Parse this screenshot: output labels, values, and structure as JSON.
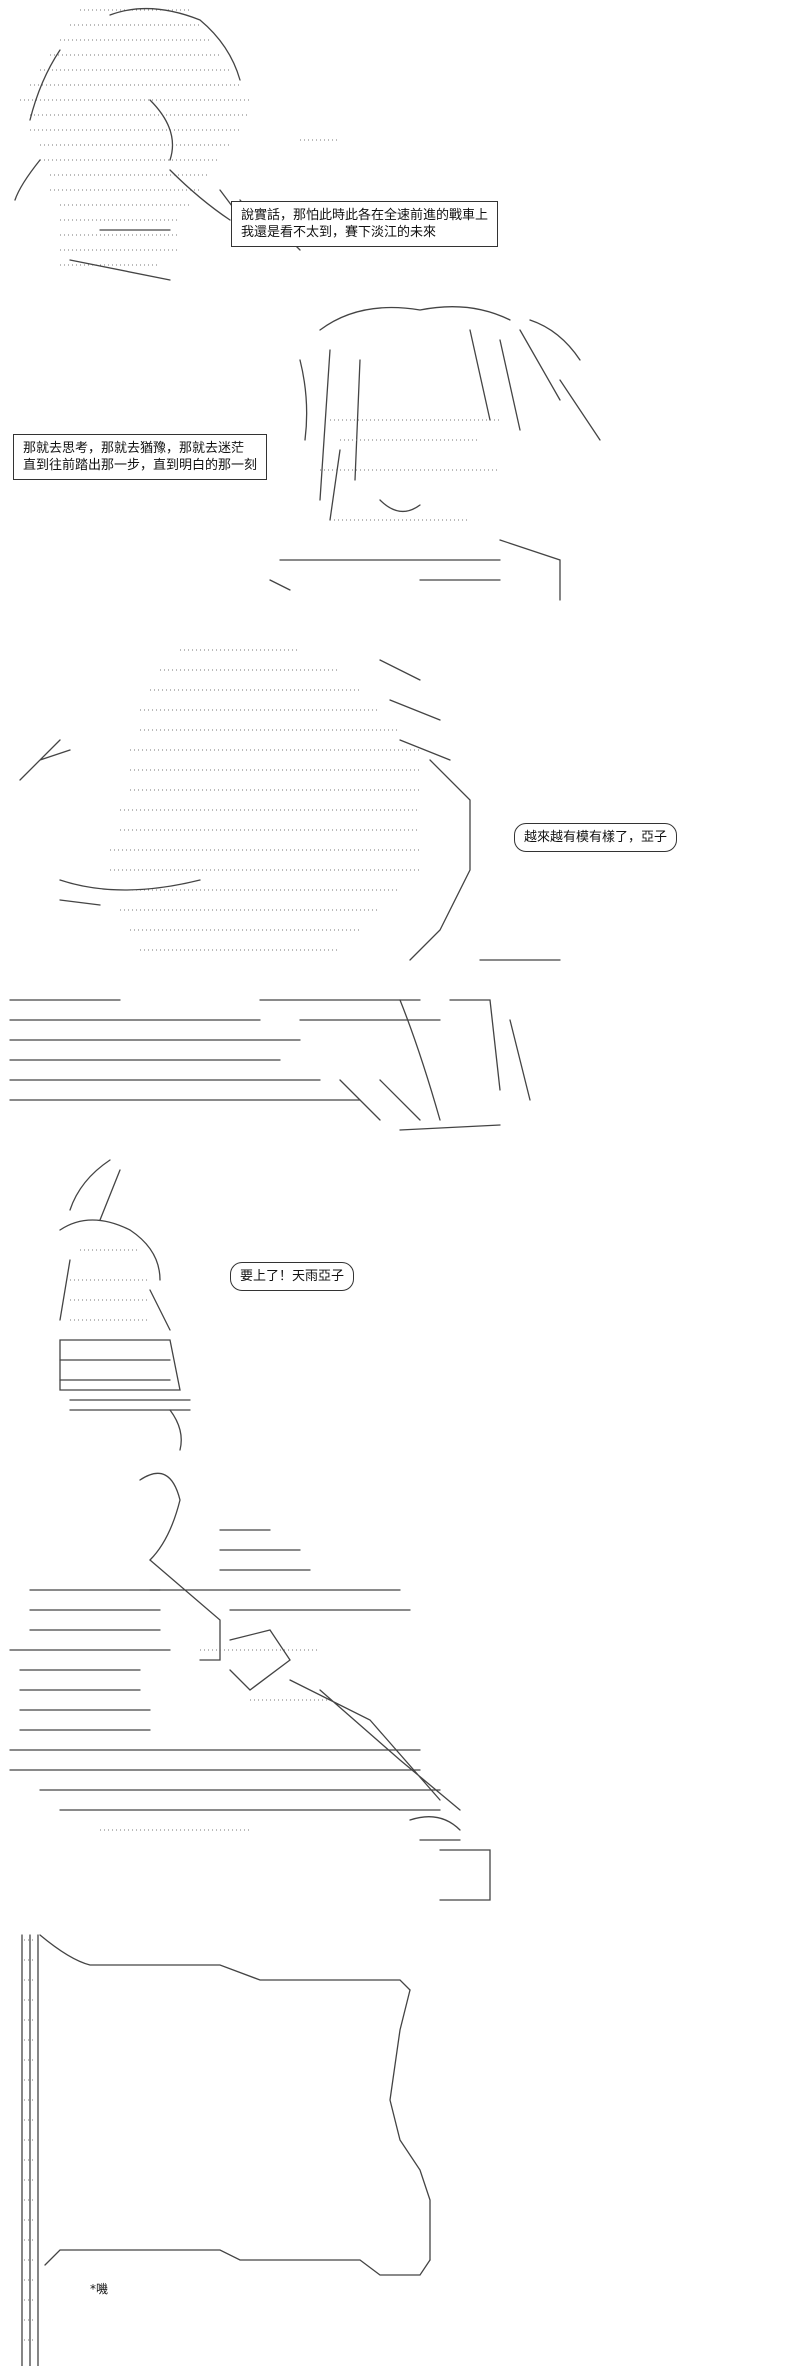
{
  "bubbles": {
    "b1": [
      "說實話，那怕此時此各在全速前進的戰車上",
      "我還是看不太到，賽下淡江的未來"
    ],
    "b2": [
      "那就去思考，那就去猶豫，那就去迷茫",
      "直到往前踏出那一步，直到明白的那一刻"
    ],
    "b3": "越來越有模有樣了，亞子",
    "b4": "要上了！天雨亞子"
  },
  "sfx": "*嘰"
}
